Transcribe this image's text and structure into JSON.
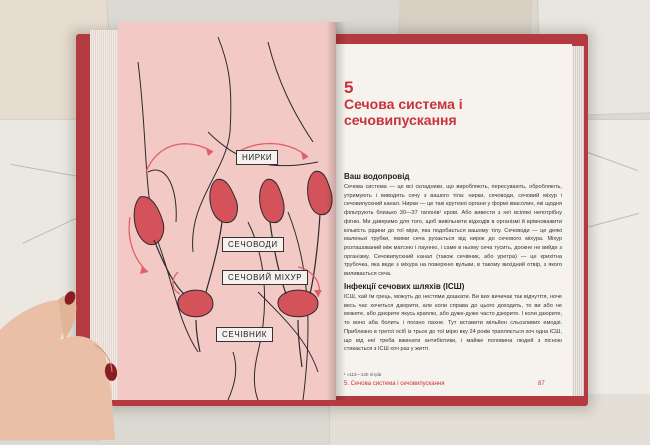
{
  "left_page": {
    "labels": {
      "kidneys": "НИРКИ",
      "ureters": "СЕЧОВОДИ",
      "bladder": "СЕЧОВИЙ МІХУР",
      "urethra": "СЕЧІВНИК"
    }
  },
  "right_page": {
    "chapter_number": "5",
    "chapter_title": "Сечова система і сечовипускання",
    "section1_heading": "Ваш водопровід",
    "section1_text": "Сечова система — це всі складники, що виробляють, пересувають, обробляють, утримують і виводять сечу з вашого тіла: нирки, сечоводи, сечовий міхур і сечовипускний канал. Нирки — це такі крутезні органи у формі квасолин, які щодня фільтрують близько 30—37 галонів¹ крові. Або вивести з неї всілякі непотрібну фігню. Ми дзверимо для того, щоб вивільнити відходів в організмі й врівноважити кількість рідини до тої міри, яка подобається вашому тілу. Сечоводи — це деякі маленькі трубки, якими сеча рухається від нирок до сечового міхура. Міхур розташований між матсею і лаунню, і саме в ньому сеча тусить, доокне не вийде з організму. Сечовипускний канал (також сечівник, або уретра) — це крихітна трубочка, яка веде з міхура на поверхню вульви, в такому вихідний отвір, з якого виливається сеча.",
    "section2_heading": "Інфекції сечових шляхів (ІСШ)",
    "section2_text": "ІСШ, хай їм грець, можуть до нестями дошкати. Ви вих вичичак так відчутітя, ноче весь час хочеться дзюрити, але коли справа до цього доходить, то ви або не можете, або дзюрите якусь краплю, або дуже-дуже часто дзюрите. І коли дзюрите, то воно аба болить і погано пахне. Тут вставити мільйон сльозливих емодзі. Приблизно в третої осіб із трьох до тої мірю вку 24 років трапляється хоч одна ІСШ, що від неї треба вжинати антибіотики, і майже половина людей з пісною стикається з ІСШ хоч раз у житті.",
    "footnote": "¹ »113—140 літрів",
    "footer_chapter": "5. Сечова система  і  сечовипускання",
    "page_number": "87"
  },
  "colors": {
    "accent_red": "#c8323c",
    "left_page_pink": "#f3c9c6",
    "organ_red": "#d4525a"
  }
}
